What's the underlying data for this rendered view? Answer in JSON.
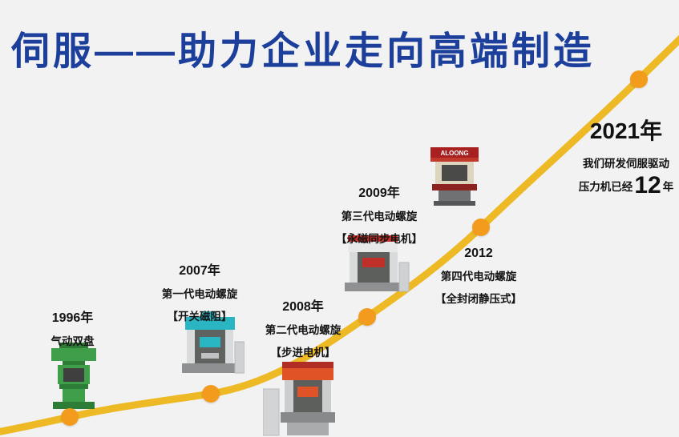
{
  "title": "伺服——助力企业走向高端制造",
  "colors": {
    "title_blue": "#1C3F9C",
    "curve_gold": "#EDB924",
    "dot_orange": "#F29B1D",
    "press_1996": "#3F9E4A",
    "press_1996_dark": "#2E7D36",
    "press_2007": "#2AB5C3",
    "press_2008": "#E05327",
    "press_2008_banner": "#B02E25",
    "press_2009": "#C13028",
    "press_2012": "#A8201F"
  },
  "milestones": [
    {
      "year": "1996年",
      "line1": "气动双盘",
      "line2": ""
    },
    {
      "year": "2007年",
      "line1": "第一代电动螺旋",
      "line2": "【开关磁阻】"
    },
    {
      "year": "2008年",
      "line1": "第二代电动螺旋",
      "line2": "【步进电机】"
    },
    {
      "year": "2009年",
      "line1": "第三代电动螺旋",
      "line2": "【永磁同步电机】"
    },
    {
      "year": "2012",
      "line1": "第四代电动螺旋",
      "line2": "【全封闭静压式】"
    }
  ],
  "finale": {
    "year": "2021年",
    "line1": "我们研发伺服驱动",
    "line2_prefix": "压力机已经",
    "line2_number": "12",
    "line2_suffix": "年"
  },
  "machine_brand": "ALOONG"
}
